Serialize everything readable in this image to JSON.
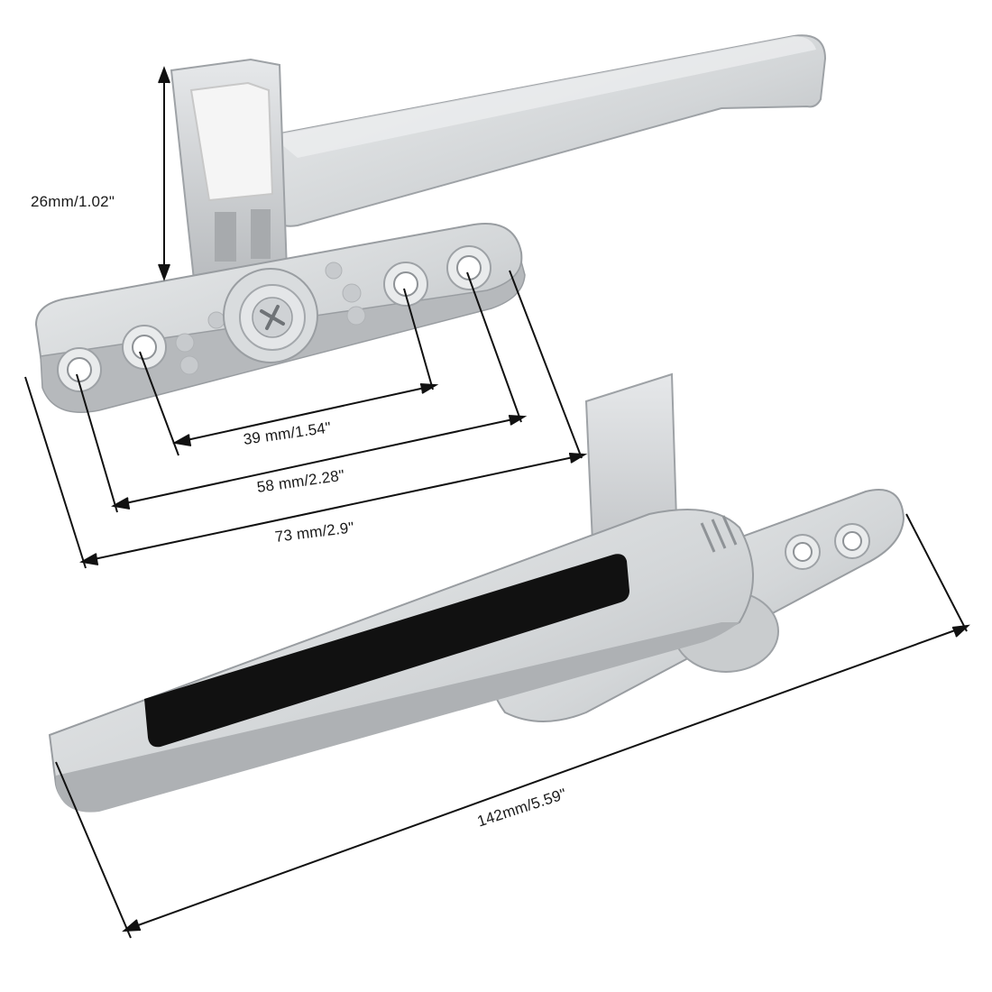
{
  "dimensions": {
    "height": "26mm/1.02\"",
    "hole_spacing_inner": "39 mm/1.54\"",
    "hole_spacing_outer": "58 mm/2.28\"",
    "base_length": "73 mm/2.9\"",
    "handle_length": "142mm/5.59\""
  },
  "colors": {
    "metal": "#d6d8da",
    "metal_shadow": "#a9acaf",
    "grip_insert": "#111111",
    "nylon_block": "#f2f2f2",
    "dimension_line": "#111111"
  }
}
